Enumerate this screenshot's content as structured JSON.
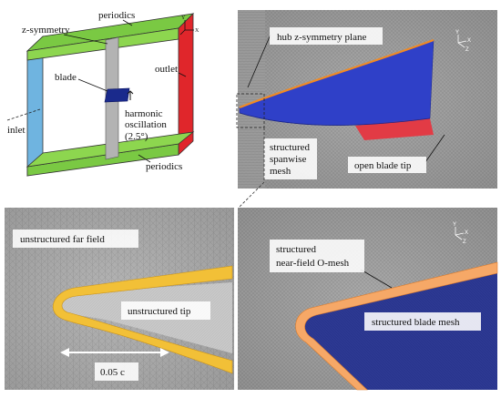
{
  "domain": "Diagram",
  "overview": {
    "periodics_top": "periodics",
    "periodics_bottom": "periodics",
    "z_symmetry": "z-symmetry",
    "blade": "blade",
    "outlet": "outlet",
    "inlet": "inlet",
    "oscillation_line1": "harmonic",
    "oscillation_line2": "oscillation",
    "oscillation_line3": "(2.5°)",
    "axes": {
      "y": "Y",
      "x": "X",
      "z": "Z"
    },
    "colors": {
      "green": "#7ac943",
      "red": "#e0262b",
      "blue": "#6baed6",
      "gray": "#b3b3b3",
      "blade": "#1a2a8c"
    }
  },
  "mesh_top": {
    "hub_label": "hub z-symmetry plane",
    "spanwise_line1": "structured",
    "spanwise_line2": "spanwise",
    "spanwise_line3": "mesh",
    "tip_label": "open blade tip",
    "axes": {
      "y": "Y",
      "x": "X",
      "z": "Z"
    }
  },
  "detail_left": {
    "far_field": "unstructured far field",
    "tip": "unstructured tip",
    "scale": "0.05 c"
  },
  "detail_right": {
    "omesh_line1": "structured",
    "omesh_line2": "near-field O-mesh",
    "blade_mesh": "structured blade mesh",
    "axes": {
      "y": "Y",
      "x": "X",
      "z": "Z"
    }
  }
}
